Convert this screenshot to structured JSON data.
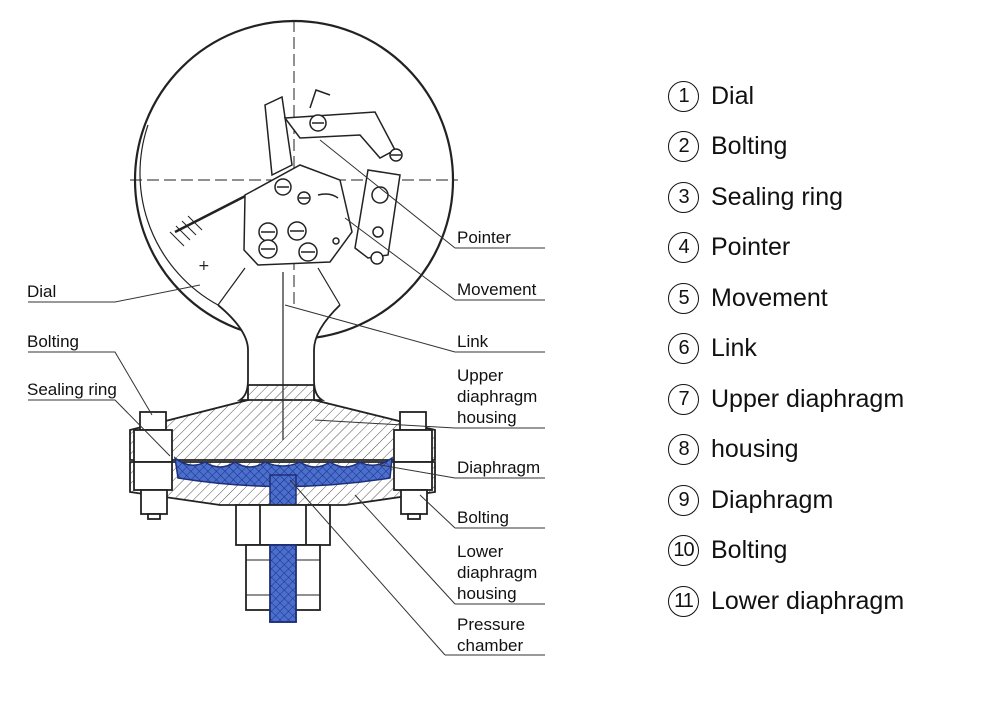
{
  "callouts": {
    "dial": "Dial",
    "bolting_upper": "Bolting",
    "sealing_ring": "Sealing ring",
    "pointer": "Pointer",
    "movement": "Movement",
    "link": "Link",
    "upper_housing": [
      "Upper",
      "diaphragm",
      "housing"
    ],
    "diaphragm": "Diaphragm",
    "bolting_lower": "Bolting",
    "lower_housing": [
      "Lower",
      "diaphragm",
      "housing"
    ],
    "pressure_chamber": [
      "Pressure",
      "chamber"
    ]
  },
  "legend": [
    {
      "num": "1",
      "label": "Dial"
    },
    {
      "num": "2",
      "label": "Bolting"
    },
    {
      "num": "3",
      "label": "Sealing ring"
    },
    {
      "num": "4",
      "label": "Pointer"
    },
    {
      "num": "5",
      "label": "Movement"
    },
    {
      "num": "6",
      "label": "Link"
    },
    {
      "num": "7",
      "label": "Upper diaphragm"
    },
    {
      "num": "8",
      "label": "housing"
    },
    {
      "num": "9",
      "label": "Diaphragm"
    },
    {
      "num": "10",
      "label": "Bolting"
    },
    {
      "num": "11",
      "label": "Lower diaphragm"
    }
  ],
  "colors": {
    "line": "#222222",
    "diaphragm_fill": "#4a6fcf",
    "hatch": "#555555"
  }
}
